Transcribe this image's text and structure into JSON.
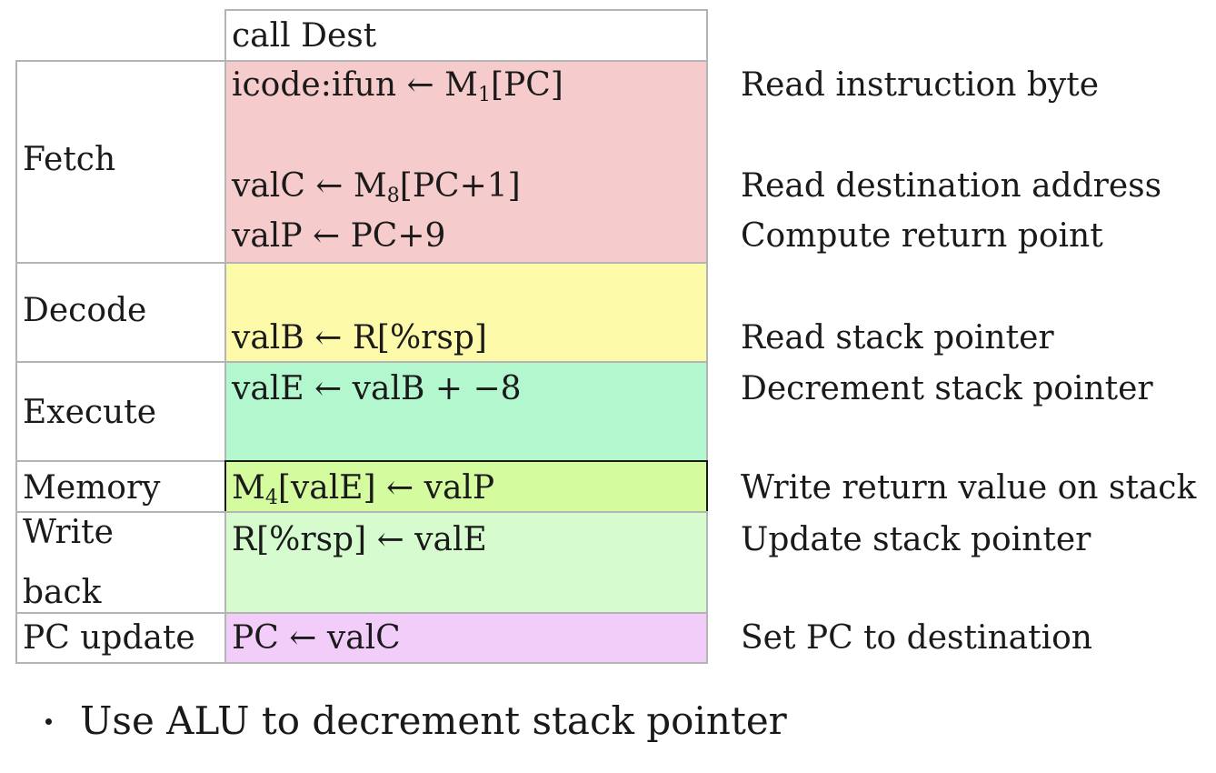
{
  "header": {
    "instruction": "call Dest"
  },
  "stages": {
    "fetch": "Fetch",
    "decode": "Decode",
    "execute": "Execute",
    "memory": "Memory",
    "writeback_line1": "Write",
    "writeback_line2": "back",
    "pc_update": "PC update"
  },
  "ops": {
    "fetch_icode_lhs": "icode:ifun ← M",
    "fetch_icode_sub": "1",
    "fetch_icode_rhs": "[PC]",
    "fetch_valc_lhs": "valC ← M",
    "fetch_valc_sub": "8",
    "fetch_valc_rhs": "[PC+1]",
    "fetch_valp": "valP ← PC+9",
    "decode_valb": "valB ← R[%rsp]",
    "execute_vale": "valE ← valB + −8",
    "memory_lhs": "M",
    "memory_sub": "4",
    "memory_rhs": "[valE] ← valP",
    "writeback": "R[%rsp] ← valE",
    "pc_update": "PC ← valC"
  },
  "comments": {
    "read_instruction_byte": "Read instruction byte",
    "read_destination_address": "Read destination address",
    "compute_return_point": "Compute return point",
    "read_stack_pointer": "Read stack pointer",
    "decrement_stack_pointer": "Decrement stack pointer",
    "write_return_value": "Write return value on stack",
    "update_stack_pointer": "Update stack pointer",
    "set_pc_destination": "Set PC to destination"
  },
  "bullet": "Use ALU to decrement stack pointer",
  "colors": {
    "fetch": "#f6cbcb",
    "decode": "#fdfaa9",
    "execute": "#b3f7cf",
    "memory": "#d4fb9e",
    "writeback": "#d5fbcf",
    "pc_update": "#f3cdf9",
    "border": "#b4b4b4"
  }
}
